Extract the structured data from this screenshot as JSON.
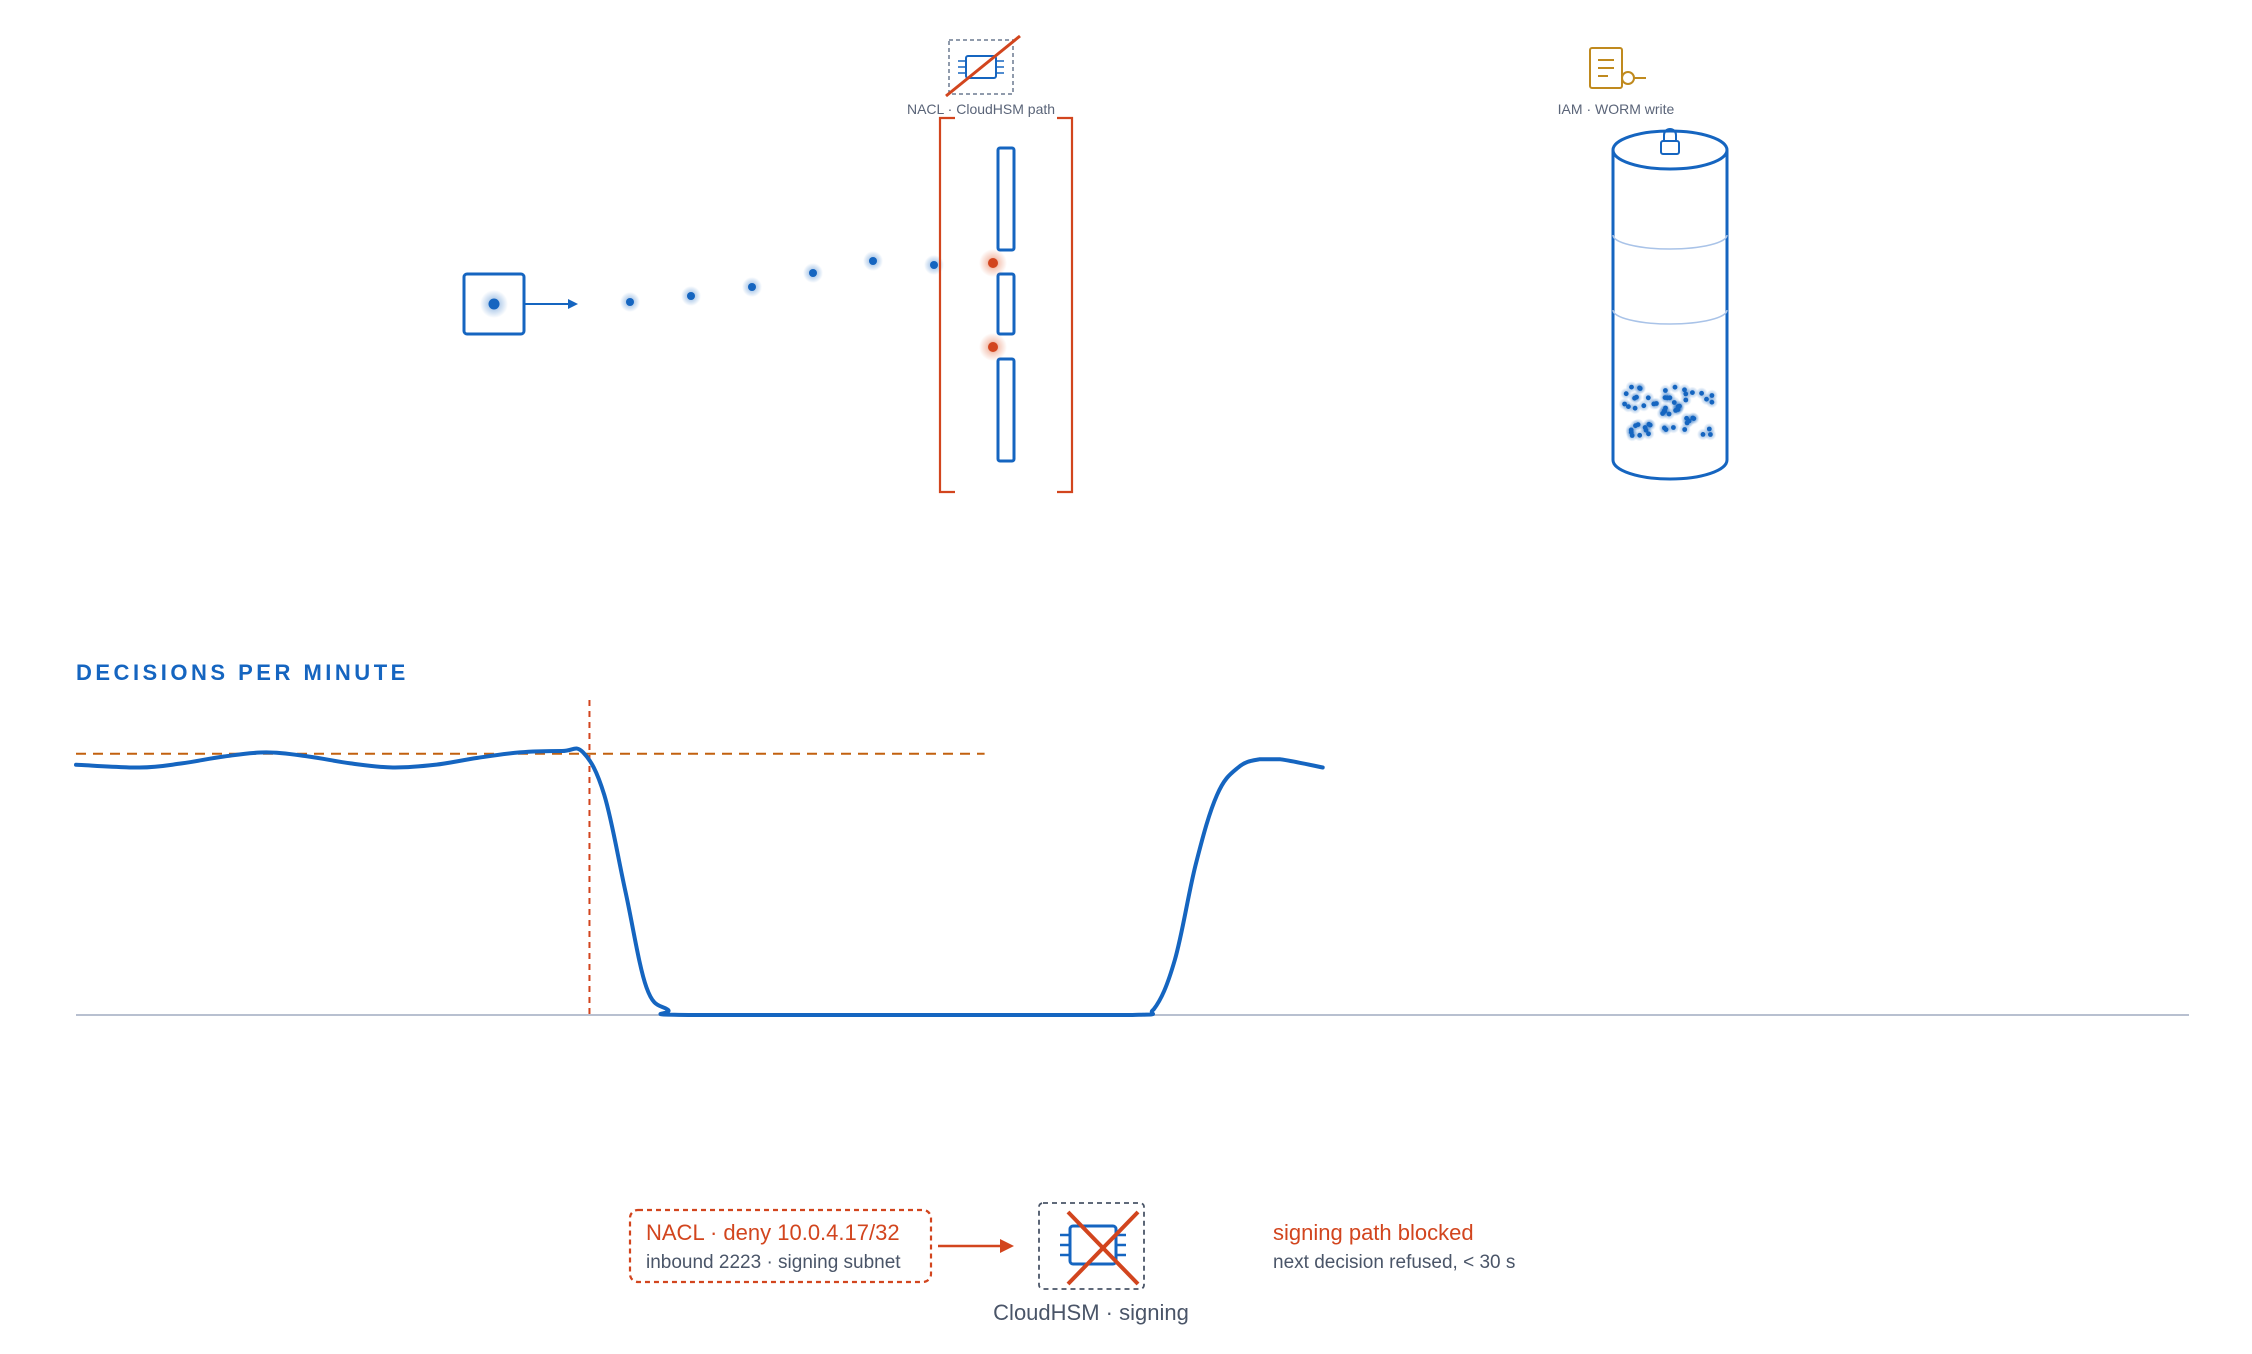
{
  "diagram": {
    "nacl_path_label": "NACL · CloudHSM path",
    "iam_label": "IAM · WORM write"
  },
  "chart": {
    "title": "DECISIONS PER MINUTE"
  },
  "alert": {
    "rule_title": "NACL · deny 10.0.4.17/32",
    "rule_detail": "inbound 2223 · signing subnet",
    "target_label": "CloudHSM · signing",
    "status_title": "signing path blocked",
    "status_detail": "next decision refused, < 30 s"
  },
  "colors": {
    "primary": "#1565c0",
    "alert": "#d2451e",
    "threshold": "#c2610f",
    "iam": "#c08a1e",
    "baseline": "#b8c0d0",
    "muted": "#5a6478"
  },
  "icons": {
    "source": "source-node-icon",
    "hsm": "hsm-chip-icon",
    "iam": "iam-policy-icon",
    "storage": "worm-storage-cylinder-icon",
    "lock": "lock-icon"
  },
  "chart_data": {
    "type": "line",
    "title": "DECISIONS PER MINUTE",
    "xlabel": "",
    "ylabel": "",
    "ylim": [
      0,
      100
    ],
    "grid": false,
    "series": [
      {
        "values": [
          [
            0,
            91
          ],
          [
            3,
            90
          ],
          [
            5,
            91.5
          ],
          [
            7,
            94
          ],
          [
            9,
            95.5
          ],
          [
            11,
            94
          ],
          [
            13,
            91.5
          ],
          [
            15,
            90
          ],
          [
            17,
            91
          ],
          [
            19,
            93.5
          ],
          [
            21,
            95.5
          ],
          [
            23,
            96
          ],
          [
            24,
            95.5
          ],
          [
            25,
            80
          ],
          [
            26,
            45
          ],
          [
            27,
            10
          ],
          [
            28,
            2
          ],
          [
            29,
            0
          ],
          [
            42,
            0
          ],
          [
            50,
            0
          ],
          [
            51,
            2
          ],
          [
            52,
            20
          ],
          [
            53,
            55
          ],
          [
            54,
            80
          ],
          [
            55,
            90
          ],
          [
            56,
            93
          ],
          [
            57,
            93
          ],
          [
            59,
            90
          ]
        ]
      }
    ],
    "threshold": 95,
    "event_marker_x": 24.3,
    "xlim": [
      0,
      100
    ]
  }
}
